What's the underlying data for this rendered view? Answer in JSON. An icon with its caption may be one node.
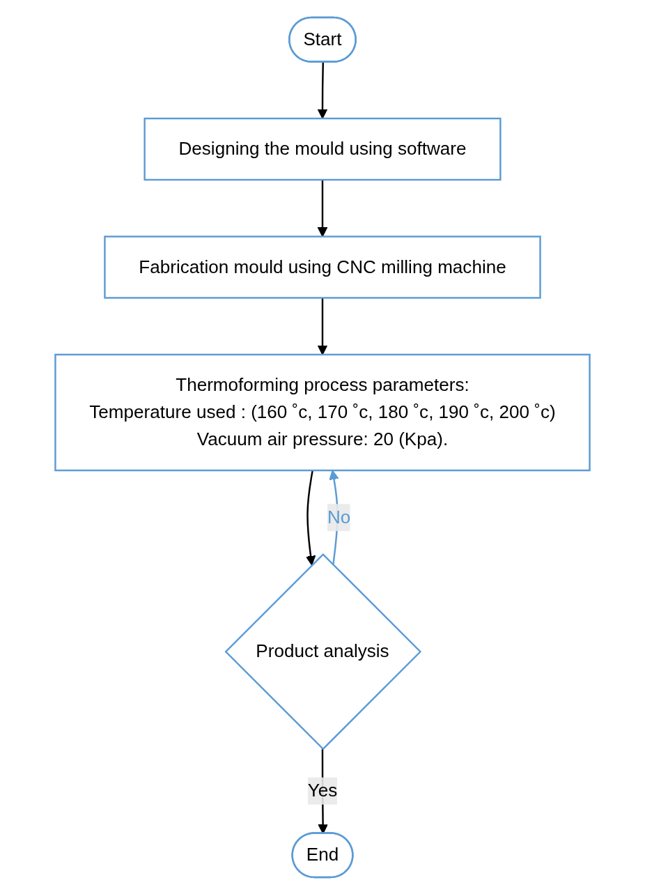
{
  "diagram": {
    "nodes": [
      {
        "text": [
          "Start"
        ]
      },
      {
        "text": [
          "Designing the mould using software"
        ]
      },
      {
        "text": [
          "Fabrication mould using CNC milling machine"
        ]
      },
      {
        "text": [
          "Thermoforming process parameters:",
          "Temperature used : (160 ˚c, 170 ˚c, 180 ˚c, 190 ˚c, 200 ˚c)",
          "Vacuum air pressure: 20 (Kpa)."
        ]
      },
      {
        "text": [
          "Product analysis"
        ]
      },
      {
        "text": [
          "End"
        ]
      }
    ],
    "edges": [
      {
        "from": 0,
        "to": 1,
        "arrow": "to"
      },
      {
        "from": 1,
        "to": 2,
        "arrow": "to"
      },
      {
        "from": 2,
        "to": 3,
        "arrow": "to"
      },
      {
        "from": 3,
        "to": 4,
        "arrow": "to"
      },
      {
        "from": 4,
        "to": 3,
        "arrow": "to",
        "label": "No",
        "color": "#5b9bd5"
      },
      {
        "from": 4,
        "to": 5,
        "arrow": "to",
        "label": "Yes"
      }
    ]
  }
}
